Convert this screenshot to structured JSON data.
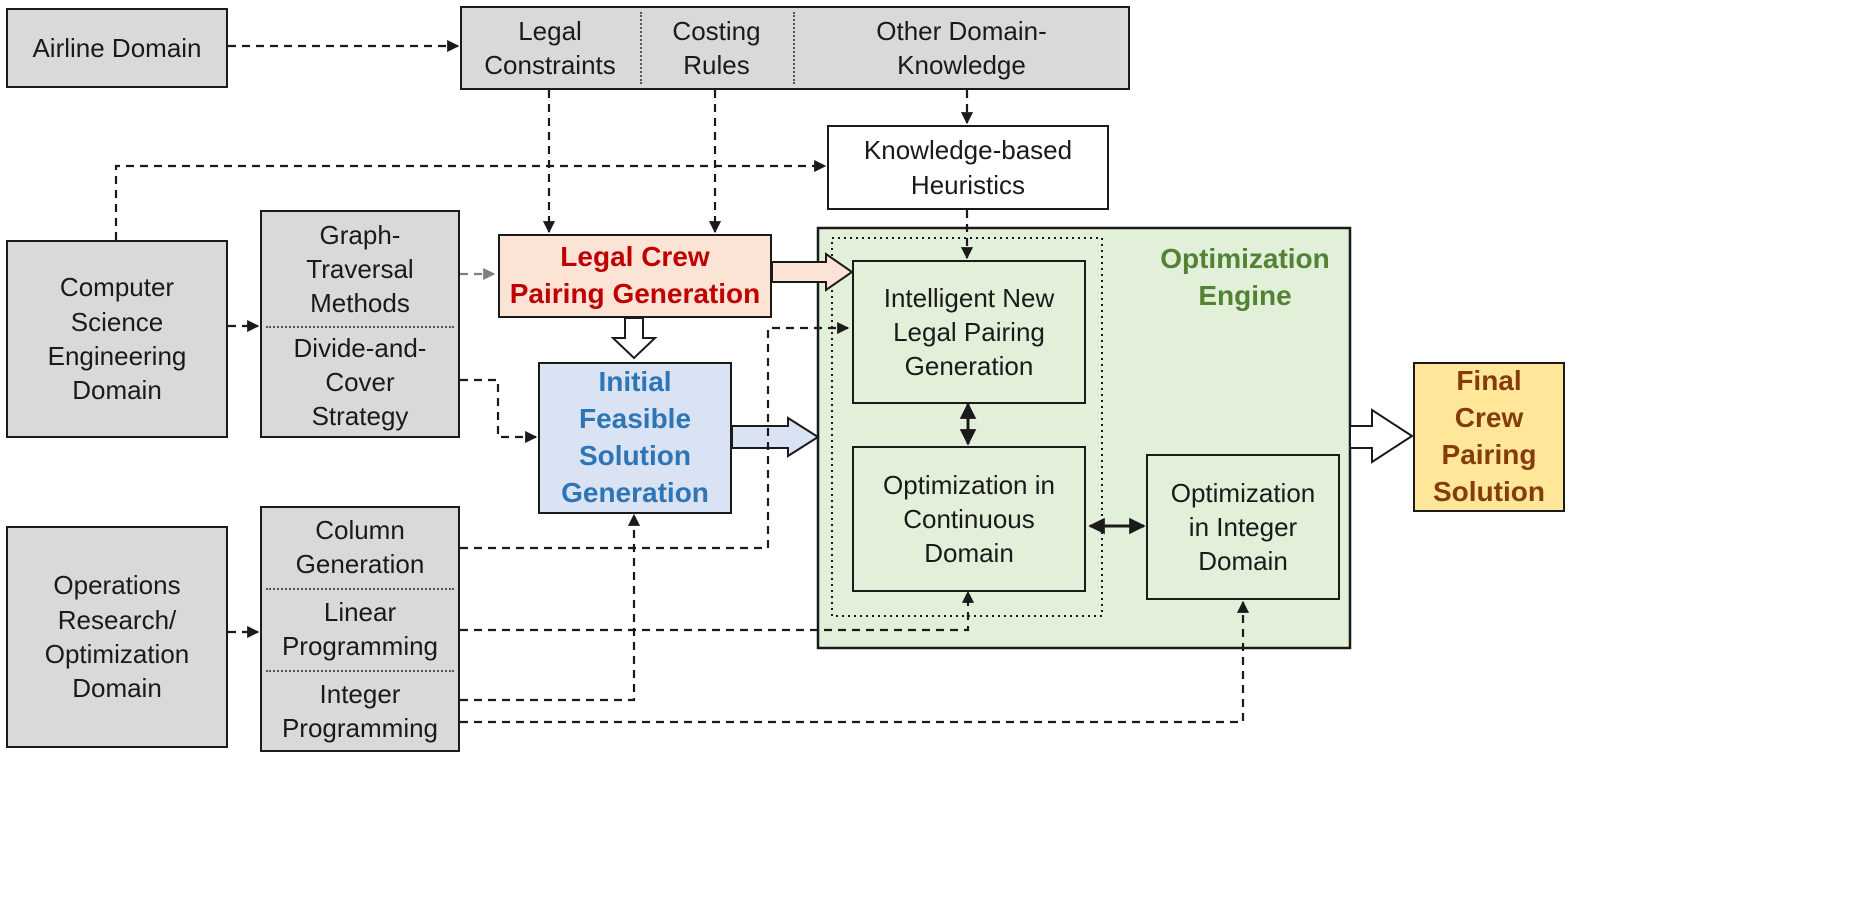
{
  "colors": {
    "domain_box": "#d9d9d9",
    "legal_fill": "#fbe3d6",
    "legal_text": "#c00000",
    "initial_fill": "#dae3f3",
    "initial_text": "#2e75b6",
    "engine_fill": "#e2f0d9",
    "engine_text": "#548235",
    "final_fill": "#ffe699",
    "final_text": "#843c0c",
    "line": "#1a1a1a",
    "gray_arrow": "#7f7f7f"
  },
  "nodes": {
    "airline_domain": "Airline Domain",
    "legal_constraints": "Legal\nConstraints",
    "costing_rules": "Costing\nRules",
    "other_knowledge": "Other Domain-\nKnowledge",
    "knowledge_heuristics": "Knowledge-based\nHeuristics",
    "cs_domain": "Computer\nScience\nEngineering\nDomain",
    "graph_traversal": "Graph-\nTraversal\nMethods",
    "divide_cover": "Divide-and-\nCover\nStrategy",
    "legal_generation": "Legal Crew\nPairing Generation",
    "initial_solution": "Initial\nFeasible\nSolution\nGeneration",
    "engine_title": "Optimization\nEngine",
    "intelligent_generation": "Intelligent New\nLegal Pairing\nGeneration",
    "continuous_opt": "Optimization in\nContinuous\nDomain",
    "integer_opt": "Optimization\nin Integer\nDomain",
    "final_solution": "Final\nCrew\nPairing\nSolution",
    "or_domain": "Operations\nResearch/\nOptimization\nDomain",
    "column_generation": "Column\nGeneration",
    "linear_programming": "Linear\nProgramming",
    "integer_programming": "Integer\nProgramming"
  }
}
